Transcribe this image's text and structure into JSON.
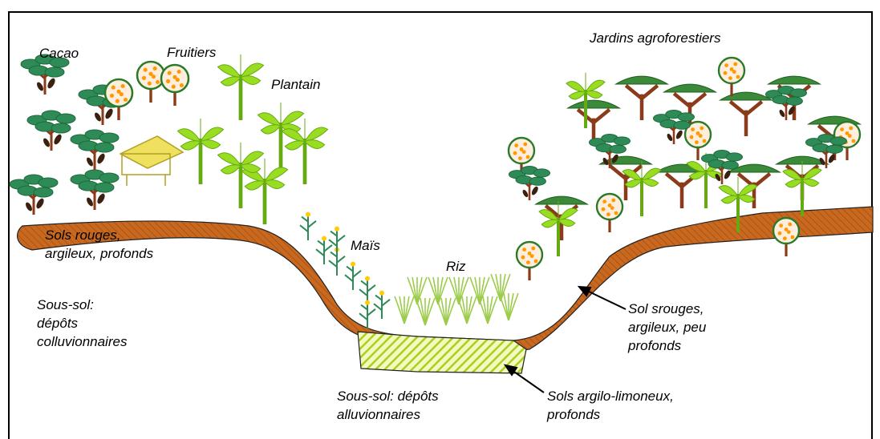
{
  "labels": {
    "cacao": "Cacao",
    "fruitiers": "Fruitiers",
    "plantain": "Plantain",
    "jardins": "Jardins agroforestiers",
    "mais": "Maïs",
    "riz": "Riz",
    "sols_rouges_l1": "Sols rouges,",
    "sols_rouges_l2": "argileux, profonds",
    "soussol_l1": "Sous-sol:",
    "soussol_l2": "dépôts",
    "soussol_l3": "colluvionnaires",
    "srouges_l1": "Sol srouges,",
    "srouges_l2": "argileux,  peu",
    "srouges_l3": "profonds",
    "alluv_l1": "Sous-sol:   dépôts",
    "alluv_l2": "alluvionnaires",
    "argilo_l1": "Sols argilo-limoneux,",
    "argilo_l2": "profonds"
  },
  "colors": {
    "soil": "#c8691f",
    "soil_dark": "#7a3a10",
    "leaf": "#2e8b57",
    "leaf_dark": "#1e6b3a",
    "plantain": "#99dd22",
    "plantain_stem": "#66aa11",
    "fruit_crown": "#ffeedd",
    "fruit": "#ff9900",
    "trunk": "#8b3a1a",
    "pod": "#3a2010",
    "hut": "#f0e060",
    "alluvial": "#c8e63a"
  }
}
